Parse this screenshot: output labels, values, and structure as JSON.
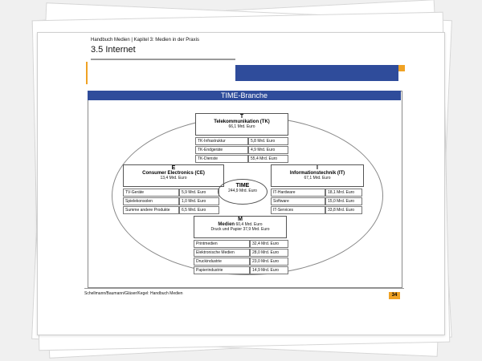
{
  "header": {
    "kicker": "Handbuch Medien | Kapitel 3: Medien in der Praxis",
    "title": "3.5  Internet"
  },
  "banner": "TIME-Branche",
  "center": {
    "title": "TIME",
    "value": "244,9 Mrd. Euro"
  },
  "T": {
    "letter": "T",
    "name": "Telekommunikation (TK)",
    "value": "66,1 Mrd. Euro",
    "rows": [
      {
        "label": "TK-Infrastruktur",
        "value": "5,8 Mrd. Euro"
      },
      {
        "label": "TK-Endgeräte",
        "value": "4,9 Mrd. Euro"
      },
      {
        "label": "TK-Dienste",
        "value": "55,4 Mrd. Euro"
      }
    ]
  },
  "E": {
    "letter": "E",
    "name": "Consumer Electronics (CE)",
    "value": "13,4 Mrd. Euro",
    "rows": [
      {
        "label": "TV-Geräte",
        "value": "5,9 Mrd. Euro"
      },
      {
        "label": "Spielekonsolen",
        "value": "1,0 Mrd. Euro"
      },
      {
        "label": "Summe andere Produkte",
        "value": "6,5 Mrd. Euro"
      }
    ]
  },
  "I": {
    "letter": "I",
    "name": "Informationstechnik (IT)",
    "value": "67,1 Mrd. Euro",
    "rows": [
      {
        "label": "IT-Hardware",
        "value": "18,1 Mrd. Euro"
      },
      {
        "label": "Software",
        "value": "15,0 Mrd. Euro"
      },
      {
        "label": "IT-Services",
        "value": "33,8 Mrd. Euro"
      }
    ]
  },
  "M": {
    "letter": "M",
    "name": "Medien",
    "value": "60,4 Mrd. Euro",
    "extra": "Druck und Papier 37,9 Mrd. Euro",
    "rows": [
      {
        "label": "Printmedien",
        "value": "32,4 Mrd. Euro"
      },
      {
        "label": "Elektronische Medien",
        "value": "28,0 Mrd. Euro"
      },
      {
        "label": "Druckindustrie",
        "value": "23,0 Mrd. Euro"
      },
      {
        "label": "Papierindustrie",
        "value": "14,9 Mrd. Euro"
      }
    ]
  },
  "footer": {
    "source": "Schellmann/Baumann/Gläser/Kegel: Handbuch Medien",
    "page": "34"
  }
}
